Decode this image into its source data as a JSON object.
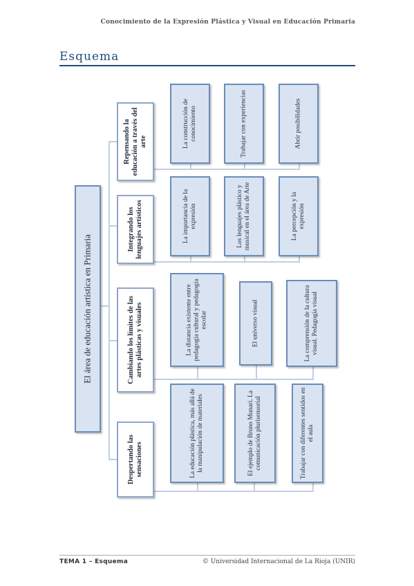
{
  "header": {
    "running_title": "Conocimiento de la Expresión Plástica y Visual en Educación Primaria"
  },
  "section_title": "Esquema",
  "diagram": {
    "root": "El área de educación artística en Primaria",
    "branches": [
      {
        "label": "Repensando la educación a través del arte",
        "items": [
          "La construcción de conocimiento",
          "Trabajar con experiencias",
          "Abrir posibilidades"
        ]
      },
      {
        "label": "Integrando los lenguajes artísticos",
        "items": [
          "La importancia de la expresión",
          "Los lenguajes plástico y musical en el área de Arte",
          "La percepción y la expresión"
        ]
      },
      {
        "label": "Cambiando los límites de las artes plásticas y visuales",
        "items": [
          "La distancia existente entre pedagogía cultural y pedagogía escolar",
          "El universo visual",
          "La comprensión de la cultura visual. Pedagogía visual"
        ]
      },
      {
        "label": "Despertando las sensaciones",
        "items": [
          "La educación plástica, más allá de la manipulación de materiales",
          "El ejemplo de Bruno Munari. La comunicación plurisensorial",
          "Trabajar con diferentes sentidos en el aula"
        ]
      }
    ]
  },
  "footer": {
    "left": "TEMA 1 – Esquema",
    "right": "© Universidad Internacional de La Rioja (UNIR)"
  }
}
